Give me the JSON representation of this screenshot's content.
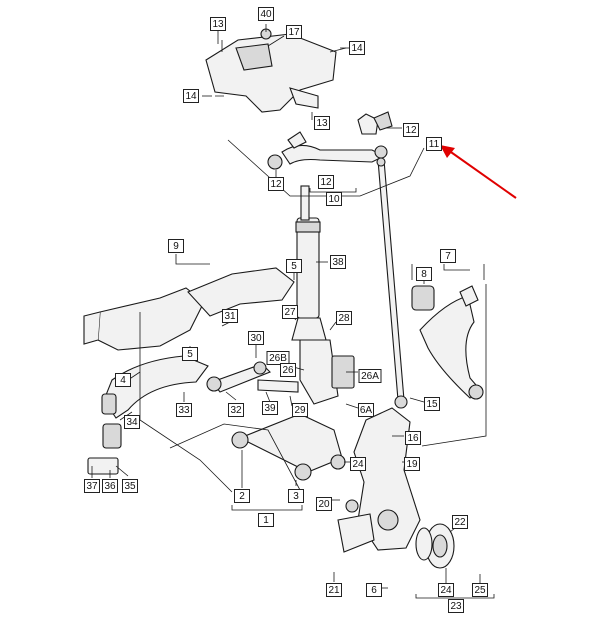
{
  "labels": [
    "13",
    "40",
    "17",
    "14",
    "14",
    "13",
    "12",
    "11",
    "12",
    "12",
    "10",
    "9",
    "38",
    "5",
    "7",
    "8",
    "31",
    "27",
    "28",
    "30",
    "5",
    "26B",
    "26",
    "26A",
    "4",
    "32",
    "39",
    "29",
    "6A",
    "15",
    "33",
    "34",
    "16",
    "19",
    "24",
    "3",
    "2",
    "1",
    "20",
    "37",
    "36",
    "35",
    "22",
    "21",
    "6",
    "24",
    "25",
    "23"
  ],
  "highlight": {
    "label": "11",
    "color": "#d60000"
  },
  "arrow_color": "#e00000"
}
